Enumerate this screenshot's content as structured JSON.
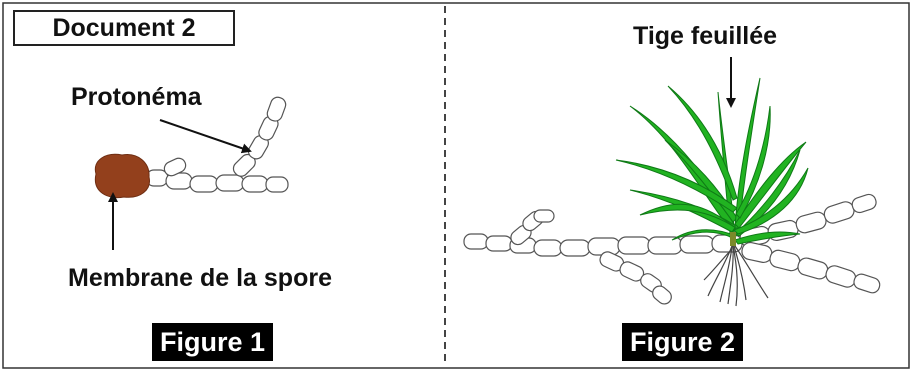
{
  "document_title": "Document 2",
  "figure1": {
    "caption": "Figure 1",
    "label_protonema": "Protonéma",
    "label_spore": "Membrane de la spore"
  },
  "figure2": {
    "caption": "Figure 2",
    "label_stem": "Tige feuillée"
  },
  "colors": {
    "spore": "#93401c",
    "leaves": "#21b321",
    "leaf_outline": "#0f7a16",
    "outline": "#555555",
    "divider": "#444444"
  }
}
